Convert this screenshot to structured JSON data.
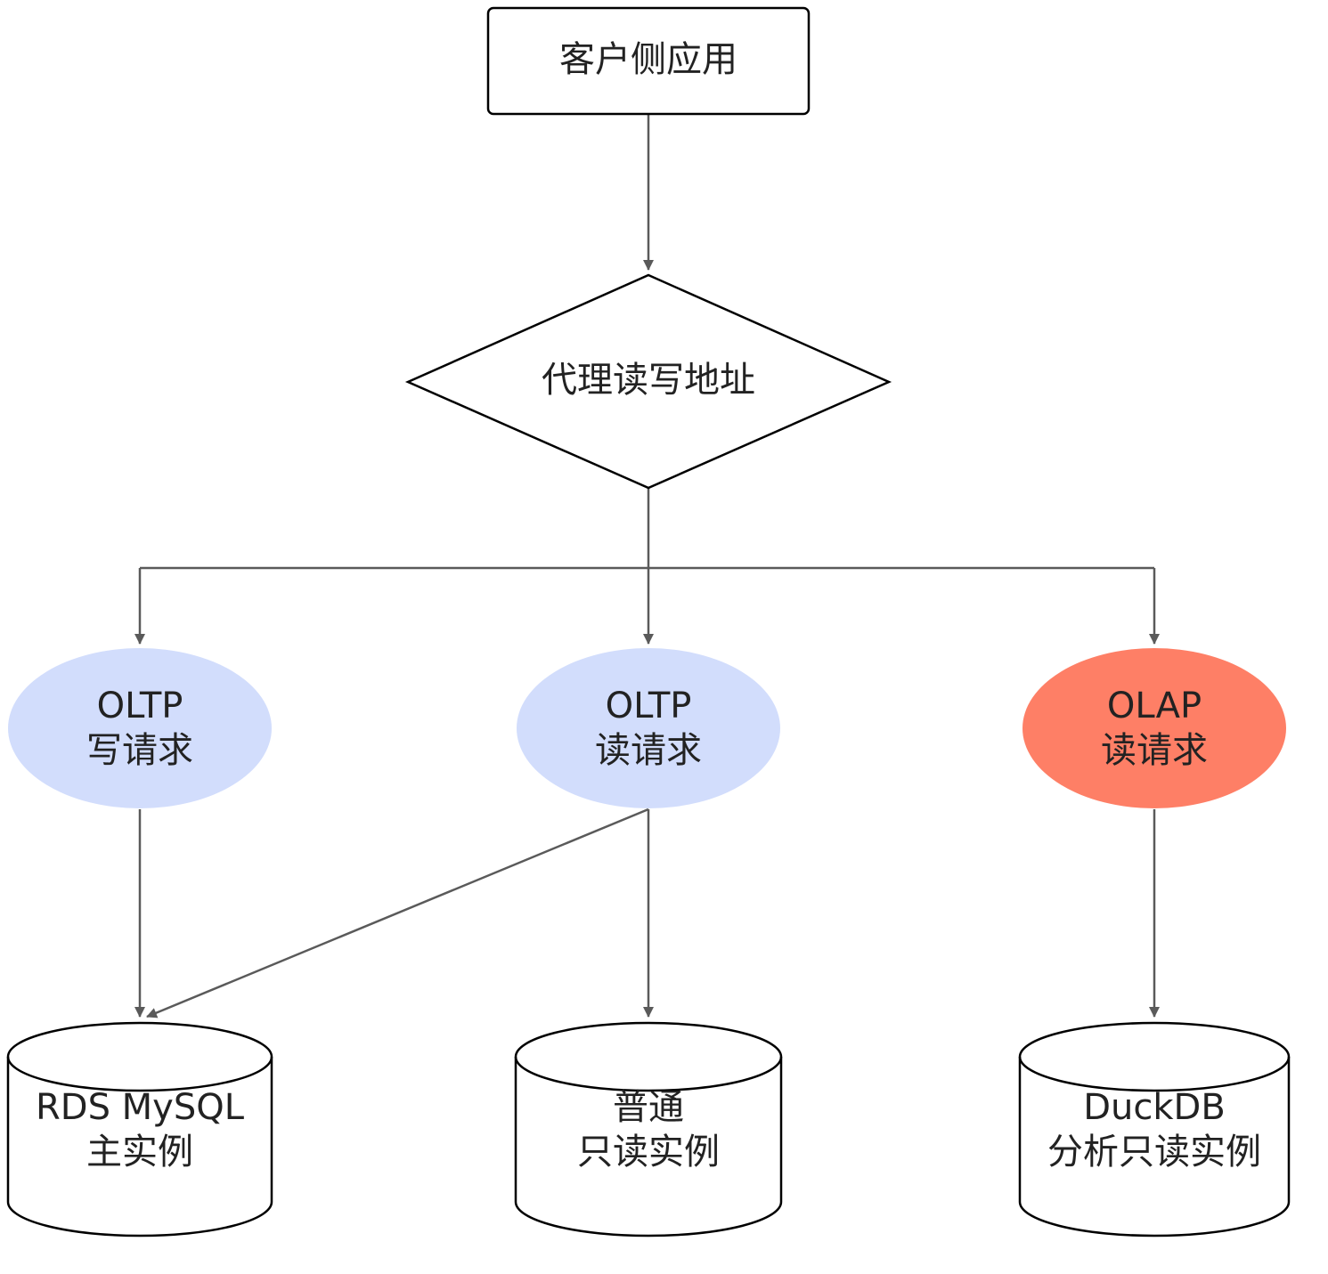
{
  "colors": {
    "oltp_fill": "#d2ddfc",
    "olap_fill": "#fe7f66",
    "edge": "#5a5a5a",
    "outline": "#000000",
    "background": "#ffffff"
  },
  "nodes": {
    "client_app": {
      "label": "客户侧应用"
    },
    "proxy": {
      "label": "代理读写地址"
    },
    "oltp_write": {
      "line1": "OLTP",
      "line2": "写请求"
    },
    "oltp_read": {
      "line1": "OLTP",
      "line2": "读请求"
    },
    "olap_read": {
      "line1": "OLAP",
      "line2": "读请求"
    },
    "rds_master": {
      "line1": "RDS MySQL",
      "line2": "主实例"
    },
    "readonly": {
      "line1": "普通",
      "line2": "只读实例"
    },
    "duckdb": {
      "line1": "DuckDB",
      "line2": "分析只读实例"
    }
  }
}
